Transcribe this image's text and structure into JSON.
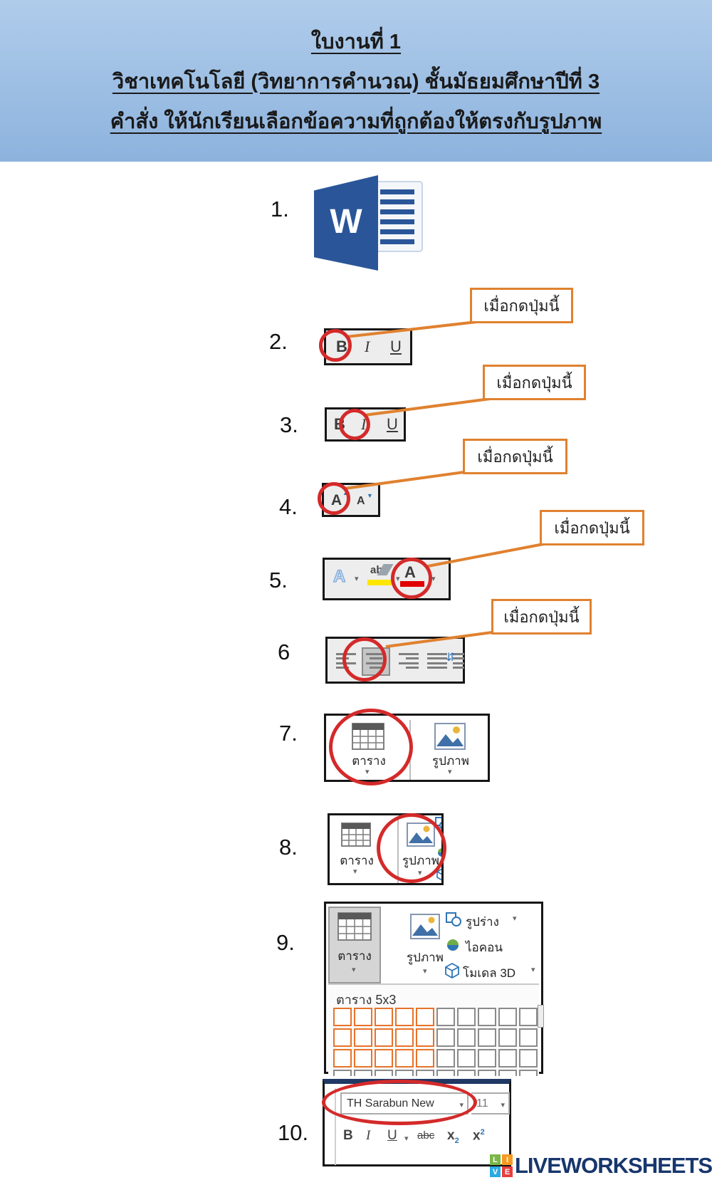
{
  "header": {
    "line1": "ใบงานที่ 1",
    "line2": "วิชาเทคโนโลยี (วิทยาการคำนวณ) ชั้นมัธยมศึกษาปีที่ 3",
    "line3": "คำสั่ง ให้นักเรียนเลือกข้อความที่ถูกต้องให้ตรงกับรูปภาพ"
  },
  "callout_label": "เมื่อกดปุ่มนี้",
  "items": {
    "1": {
      "number": "1.",
      "logo_letter": "W"
    },
    "2": {
      "number": "2.",
      "bold": "B",
      "italic": "I",
      "underline": "U"
    },
    "3": {
      "number": "3.",
      "bold": "B",
      "italic": "I",
      "underline": "U"
    },
    "4": {
      "number": "4.",
      "grow": "A",
      "grow_arrow": "▲",
      "shrink": "A",
      "shrink_arrow": "▼"
    },
    "5": {
      "number": "5.",
      "effects": "A",
      "highlight": "ab",
      "fontcolor": "A"
    },
    "6": {
      "number": "6"
    },
    "7": {
      "number": "7.",
      "table_label": "ตาราง",
      "picture_label": "รูปภาพ"
    },
    "8": {
      "number": "8.",
      "table_label": "ตาราง",
      "picture_label": "รูปภาพ"
    },
    "9": {
      "number": "9.",
      "table_label": "ตาราง",
      "picture_label": "รูปภาพ",
      "shapes_label": "รูปร่าง",
      "icons_label": "ไอคอน",
      "model3d_label": "โมเดล 3D",
      "grid_title": "ตาราง 5x3",
      "grid": {
        "cols": 10,
        "rows": 3,
        "selected_cols": 5,
        "selected_rows": 3,
        "partial_row": true
      }
    },
    "10": {
      "number": "10.",
      "font_name": "TH Sarabun New",
      "font_size": "11",
      "bold": "B",
      "italic": "I",
      "underline": "U",
      "strike": "abc",
      "sub_base": "x",
      "sub": "2",
      "sup_base": "x",
      "sup": "2"
    }
  },
  "footer": {
    "brand": "LIVEWORKSHEETS",
    "squares": [
      "L",
      "I",
      "V",
      "E"
    ]
  },
  "colors": {
    "callout_orange": "#e0812f",
    "circle_red": "#d42a2a",
    "word_blue": "#2a5699",
    "navy_border": "#1f3864",
    "grid_orange": "#e8732a",
    "highlight_yellow": "#ffe600",
    "font_color_red": "#e00000"
  }
}
